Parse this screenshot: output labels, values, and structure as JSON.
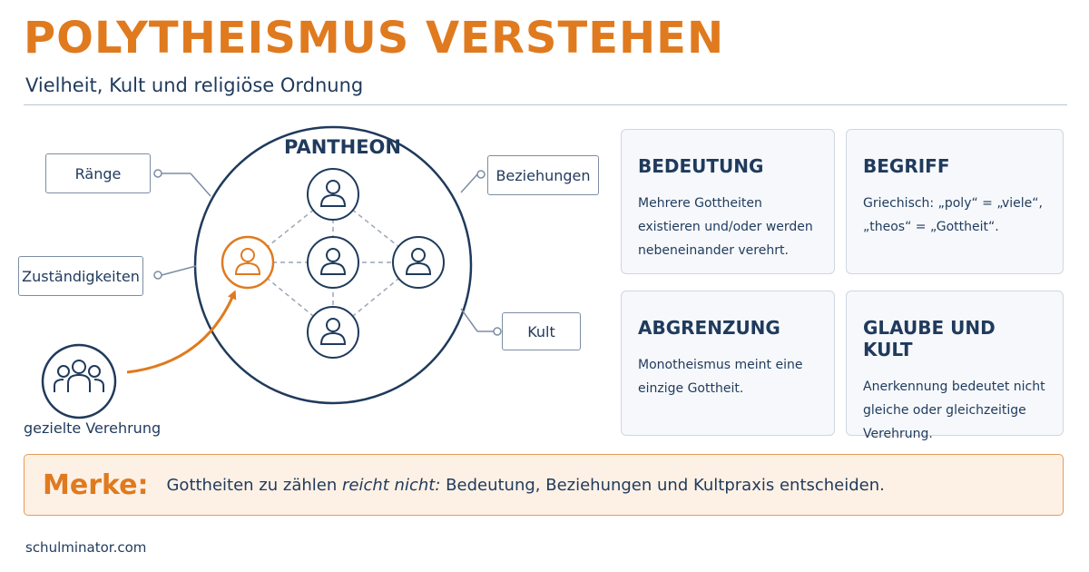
{
  "header": {
    "title": "POLYTHEISMUS VERSTEHEN",
    "subtitle": "Vielheit, Kult und religiöse Ordnung"
  },
  "diagram": {
    "pantheon_label": "PANTHEON",
    "labels": {
      "raenge": "Ränge",
      "zustaendigkeiten": "Zuständigkeiten",
      "beziehungen": "Beziehungen",
      "kult": "Kult"
    },
    "worship_label": "gezielte Verehrung"
  },
  "cards": {
    "bedeutung": {
      "title": "BEDEUTUNG",
      "text": "Mehrere Gottheiten existieren und/oder werden nebeneinander verehrt."
    },
    "begriff": {
      "title": "BEGRIFF",
      "text": "Griechisch: „poly“ = „viele“, „theos“ = „Gottheit“."
    },
    "abgrenzung": {
      "title": "ABGRENZUNG",
      "text": "Monotheismus meint eine einzige Gottheit."
    },
    "glaube": {
      "title": "GLAUBE UND KULT",
      "text": "Anerkennung bedeutet nicht gleiche oder gleichzeitige Verehrung."
    }
  },
  "merke": {
    "label": "Merke:",
    "text_part1": "Gottheiten zu zählen",
    "text_emphasis": "reicht nicht:",
    "text_part2": "Bedeutung, Beziehungen und Kultpraxis entscheiden."
  },
  "footer": {
    "site": "schulminator.com"
  },
  "colors": {
    "accent": "#e07a1f",
    "navy": "#1f3a5c",
    "card_bg": "#f6f8fb"
  }
}
